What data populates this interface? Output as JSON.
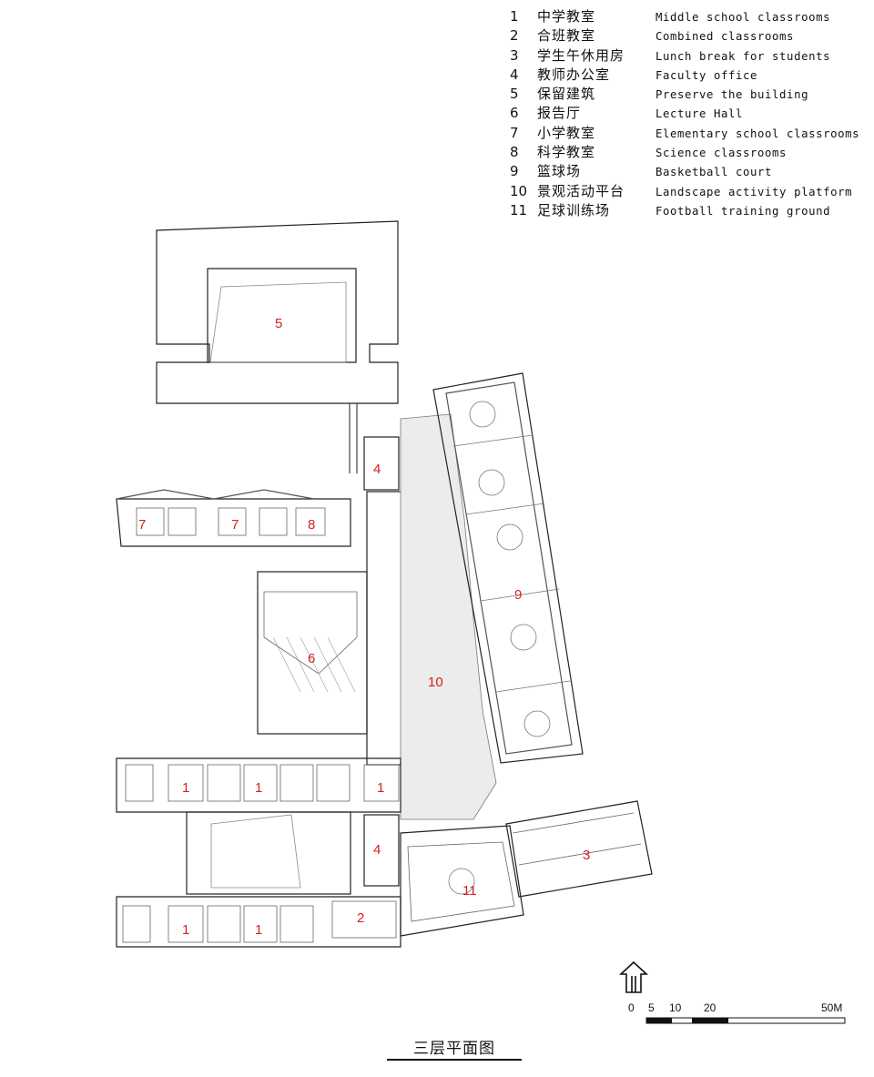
{
  "legend": [
    {
      "num": "1",
      "zh": "中学教室",
      "en": "Middle school classrooms"
    },
    {
      "num": "2",
      "zh": "合班教室",
      "en": "Combined classrooms"
    },
    {
      "num": "3",
      "zh": "学生午休用房",
      "en": "Lunch break for students"
    },
    {
      "num": "4",
      "zh": "教师办公室",
      "en": "Faculty office"
    },
    {
      "num": "5",
      "zh": "保留建筑",
      "en": "Preserve the building"
    },
    {
      "num": "6",
      "zh": "报告厅",
      "en": "Lecture Hall"
    },
    {
      "num": "7",
      "zh": "小学教室",
      "en": "Elementary school classrooms"
    },
    {
      "num": "8",
      "zh": "科学教室",
      "en": "Science classrooms"
    },
    {
      "num": "9",
      "zh": "篮球场",
      "en": "Basketball court"
    },
    {
      "num": "10",
      "zh": "景观活动平台",
      "en": "Landscape activity platform"
    },
    {
      "num": "11",
      "zh": "足球训练场",
      "en": "Football training ground"
    }
  ],
  "plan": {
    "labels": {
      "building_5": "5",
      "office_4_top": "4",
      "classroom_7a": "7",
      "classroom_7b": "7",
      "science_8": "8",
      "court_9": "9",
      "hall_6": "6",
      "platform_10": "10",
      "classroom_1a": "1",
      "classroom_1b": "1",
      "classroom_1c": "1",
      "office_4_bottom": "4",
      "lunch_3": "3",
      "football_11": "11",
      "combined_2": "2",
      "classroom_1d": "1",
      "classroom_1e": "1"
    },
    "label_color": "#d81e1e"
  },
  "scale": {
    "ticks": [
      "0",
      "5",
      "10",
      "20",
      "50M"
    ]
  },
  "north_arrow": "north-arrow-icon",
  "title": "三层平面图"
}
